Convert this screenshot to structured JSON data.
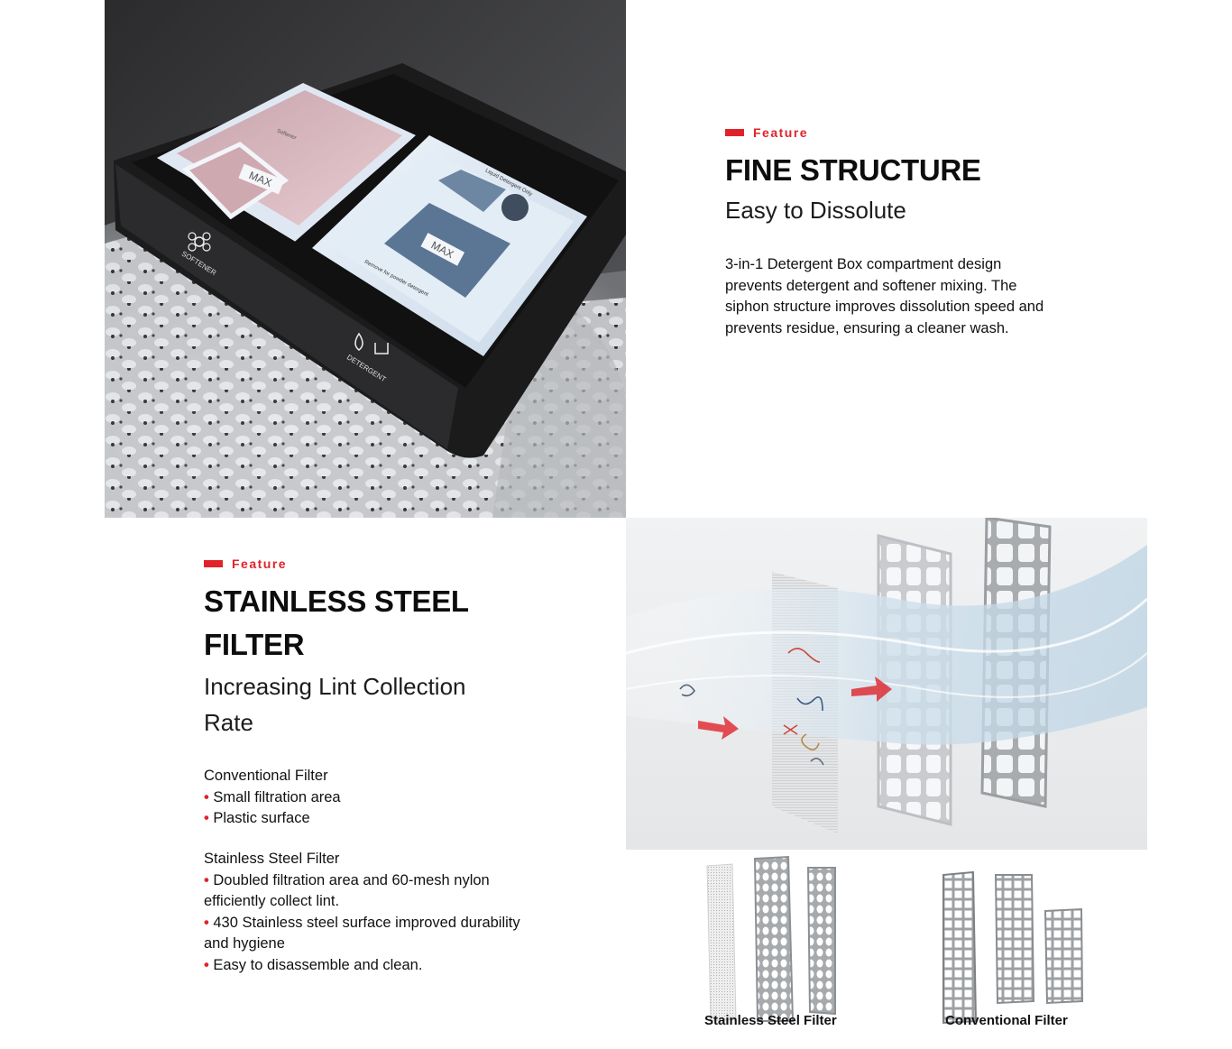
{
  "accent": "#e0232a",
  "section1": {
    "eyebrow": "Feature",
    "title": "FINE STRUCTURE",
    "subtitle": "Easy to Dissolute",
    "body": "3-in-1 Detergent Box compartment design prevents detergent and softener mixing. The siphon structure improves dissolution speed and prevents residue, ensuring a cleaner wash.",
    "image": {
      "labels": {
        "max_left": "MAX",
        "max_right": "MAX",
        "softener": "SOFTENER",
        "detergent": "DETERGENT",
        "softener_small": "Softener",
        "liquid_only": "Liquid Detergent Only",
        "remove_note": "Remove for powder detergent"
      }
    }
  },
  "section2": {
    "eyebrow": "Feature",
    "title_line1": "STAINLESS STEEL",
    "title_line2": "FILTER",
    "subtitle_line1": "Increasing Lint Collection",
    "subtitle_line2": "Rate",
    "conventional": {
      "heading": "Conventional Filter",
      "bullets": [
        "Small filtration area",
        "Plastic surface"
      ]
    },
    "stainless": {
      "heading": "Stainless Steel Filter",
      "bullets": [
        "Doubled filtration area and 60-mesh nylon efficiently collect lint.",
        "430 Stainless steel surface improved durability and hygiene",
        "Easy to disassemble and clean."
      ]
    },
    "compare": {
      "left_caption": "Stainless Steel Filter",
      "right_caption": "Conventional Filter"
    }
  }
}
